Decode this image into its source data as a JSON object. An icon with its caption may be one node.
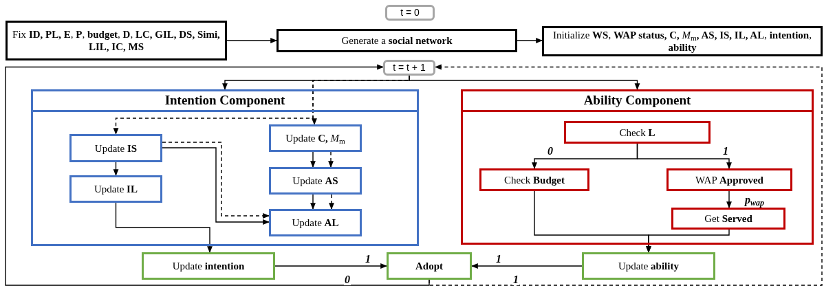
{
  "diagram": {
    "nodes": [
      {
        "text": [
          "t = 0"
        ]
      },
      {
        "text": [
          "Fix **ID, PL, E**, **P**, **budget**, **D**, **LC, GIL, DS, Simi, LIL, IC, MS**"
        ]
      },
      {
        "text": [
          "Generate a **social network**"
        ]
      },
      {
        "text": [
          "Initialize **WS**, **WAP status, C,** *M*$_{m}$**, AS, IS, IL, AL**, **intention**, **ability**"
        ]
      },
      {
        "text": [
          "t = t + 1"
        ]
      },
      {
        "text": [
          "Intention Component"
        ]
      },
      {
        "text": [
          "Update **IS**"
        ],
        "in": 5
      },
      {
        "text": [
          "Update **C,** *M*$_{m}$"
        ],
        "in": 5
      },
      {
        "text": [
          "Update **IL**"
        ],
        "in": 5
      },
      {
        "text": [
          "Update **AS**"
        ],
        "in": 5
      },
      {
        "text": [
          "Update **AL**"
        ],
        "in": 5
      },
      {
        "text": [
          "Ability Component"
        ]
      },
      {
        "text": [
          "Check **L**"
        ],
        "in": 11
      },
      {
        "text": [
          "Check **Budget**"
        ],
        "in": 11
      },
      {
        "text": [
          "WAP **Approved**"
        ],
        "in": 11
      },
      {
        "text": [
          "Get **Served**"
        ],
        "in": 11
      },
      {
        "text": [
          "Update **intention**"
        ]
      },
      {
        "text": [
          "**Adopt**"
        ]
      },
      {
        "text": [
          "Update **ability**"
        ]
      }
    ],
    "edges": [
      {
        "from": 1,
        "to": 2,
        "arrow": "to"
      },
      {
        "from": 2,
        "to": 3,
        "arrow": "to"
      },
      {
        "from": 4,
        "to": 5,
        "arrow": "to"
      },
      {
        "from": 4,
        "to": 11,
        "arrow": "to"
      },
      {
        "from": 4,
        "to": 6,
        "arrow": "to",
        "style": "dashed"
      },
      {
        "from": 4,
        "to": 7,
        "arrow": "to",
        "style": "dashed"
      },
      {
        "from": 6,
        "to": 8,
        "arrow": "to"
      },
      {
        "from": 7,
        "to": 9,
        "arrow": "to"
      },
      {
        "from": 7,
        "to": 9,
        "arrow": "to",
        "style": "dashed"
      },
      {
        "from": 9,
        "to": 10,
        "arrow": "to"
      },
      {
        "from": 9,
        "to": 10,
        "arrow": "to",
        "style": "dashed"
      },
      {
        "from": 6,
        "to": 10,
        "arrow": "to"
      },
      {
        "from": 6,
        "to": 10,
        "arrow": "to",
        "style": "dashed"
      },
      {
        "from": 8,
        "to": 16,
        "arrow": "to"
      },
      {
        "from": 12,
        "to": 13,
        "arrow": "to",
        "label": "0"
      },
      {
        "from": 12,
        "to": 14,
        "arrow": "to",
        "label": "1"
      },
      {
        "from": 14,
        "to": 15,
        "arrow": "to",
        "label": "p$_{wap}$"
      },
      {
        "from": 13,
        "to": 18,
        "arrow": "to"
      },
      {
        "from": 15,
        "to": 18,
        "arrow": "to"
      },
      {
        "from": 16,
        "to": 17,
        "arrow": "to",
        "label": "1"
      },
      {
        "from": 18,
        "to": 17,
        "arrow": "to",
        "label": "1"
      },
      {
        "from": 17,
        "to": 4,
        "arrow": "to",
        "label": "0"
      },
      {
        "from": 17,
        "to": 4,
        "arrow": "to",
        "label": "1",
        "style": "dashed"
      }
    ]
  }
}
